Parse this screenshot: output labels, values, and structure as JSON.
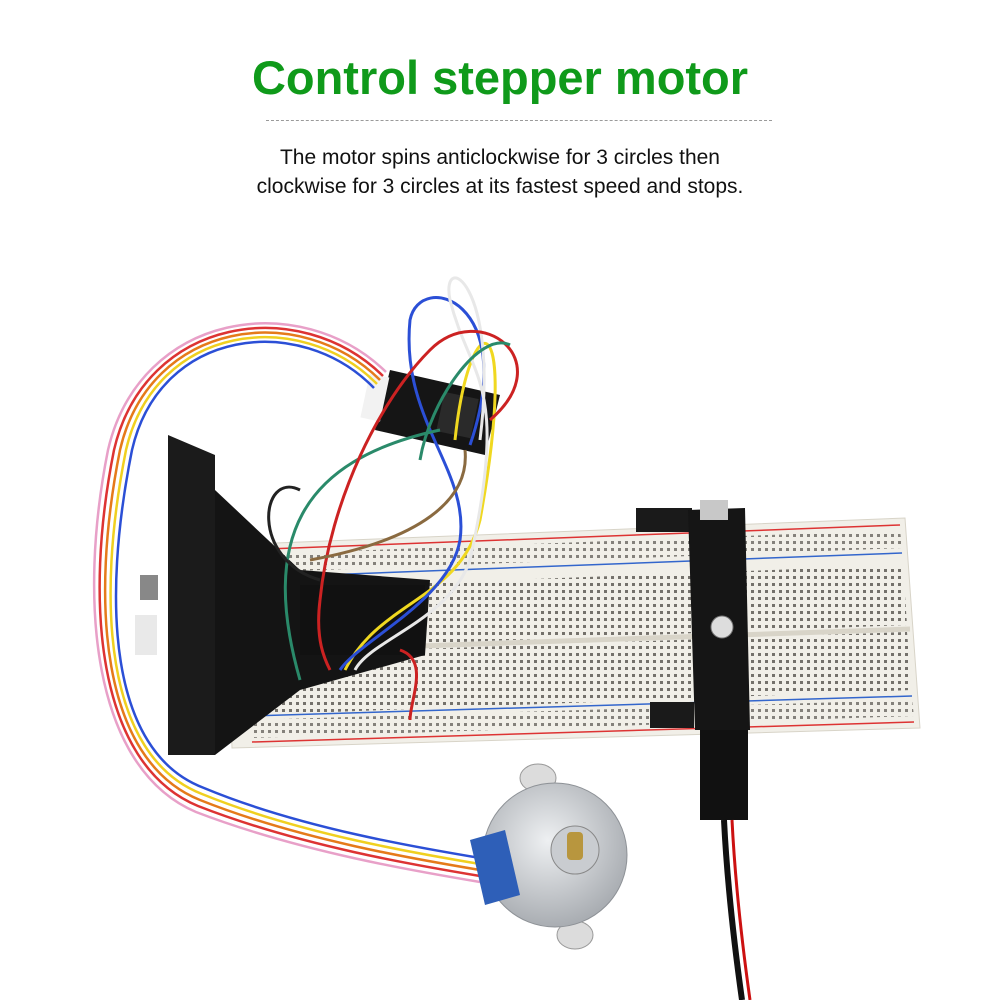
{
  "header": {
    "title": "Control stepper motor",
    "description_line1": "The motor spins anticlockwise for 3 circles then",
    "description_line2": "clockwise for 3 circles at its fastest speed and stops."
  },
  "colors": {
    "title": "#0f9a1a",
    "text": "#111111",
    "background": "#ffffff"
  },
  "photo": {
    "subject": "breadboard-circuit-with-stepper-motor"
  }
}
